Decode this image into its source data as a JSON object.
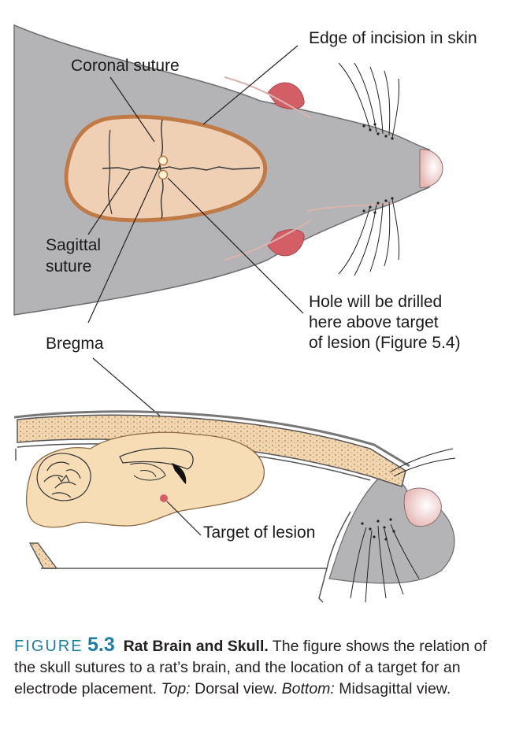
{
  "labels": {
    "edge_of_incision": "Edge of incision in skin",
    "coronal_suture": "Coronal suture",
    "sagittal_suture_1": "Sagittal",
    "sagittal_suture_2": "suture",
    "hole_1": "Hole will be drilled",
    "hole_2": "here above target",
    "hole_3": "of lesion (Figure 5.4)",
    "bregma": "Bregma",
    "target_of_lesion": "Target of lesion"
  },
  "caption": {
    "figure_word": "FIGURE",
    "figure_number": "5.3",
    "title": "Rat Brain and Skull.",
    "text": " The figure shows the relation of the skull sutures to a rat’s brain, and the location of a target for an electrode placement. ",
    "top_label": "Top:",
    "top_text": " Dorsal view. ",
    "bottom_label": "Bottom:",
    "bottom_text": " Midsagittal view."
  },
  "colors": {
    "head_fill": "#b4b4b7",
    "skull_outline": "#c07a45",
    "skull_fill": "#efd0b4",
    "brain_fill": "#f6ddb6",
    "ear_fill": "#d45e66",
    "nose_fill": "#f0d6d3",
    "caption_accent": "#1a7fa8"
  }
}
